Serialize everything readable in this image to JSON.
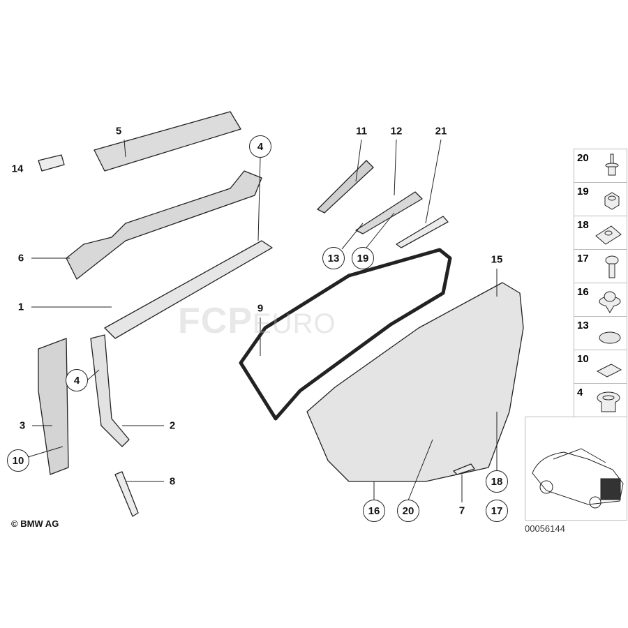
{
  "watermark": {
    "main": "FCP",
    "suffix": "EURO"
  },
  "callouts": {
    "l5": "5",
    "l14": "14",
    "l4a": "4",
    "l6": "6",
    "l1": "1",
    "l9": "9",
    "l11": "11",
    "l12": "12",
    "l21": "21",
    "l13": "13",
    "l19": "19",
    "l15": "15",
    "l4b": "4",
    "l3": "3",
    "l2": "2",
    "l10": "10",
    "l8": "8",
    "l16": "16",
    "l20": "20",
    "l7": "7",
    "l18": "18",
    "l17": "17"
  },
  "fasteners": [
    {
      "num": "20",
      "icon": "push-pin-rivet-icon"
    },
    {
      "num": "19",
      "icon": "hex-nut-icon"
    },
    {
      "num": "18",
      "icon": "spring-nut-clip-icon"
    },
    {
      "num": "17",
      "icon": "screw-icon"
    },
    {
      "num": "16",
      "icon": "expanding-rivet-icon"
    },
    {
      "num": "13",
      "icon": "cover-cap-icon"
    },
    {
      "num": "10",
      "icon": "plug-cover-icon"
    },
    {
      "num": "4",
      "icon": "grommet-clip-icon"
    }
  ],
  "copyright": "© BMW AG",
  "diagram_number": "00056144"
}
